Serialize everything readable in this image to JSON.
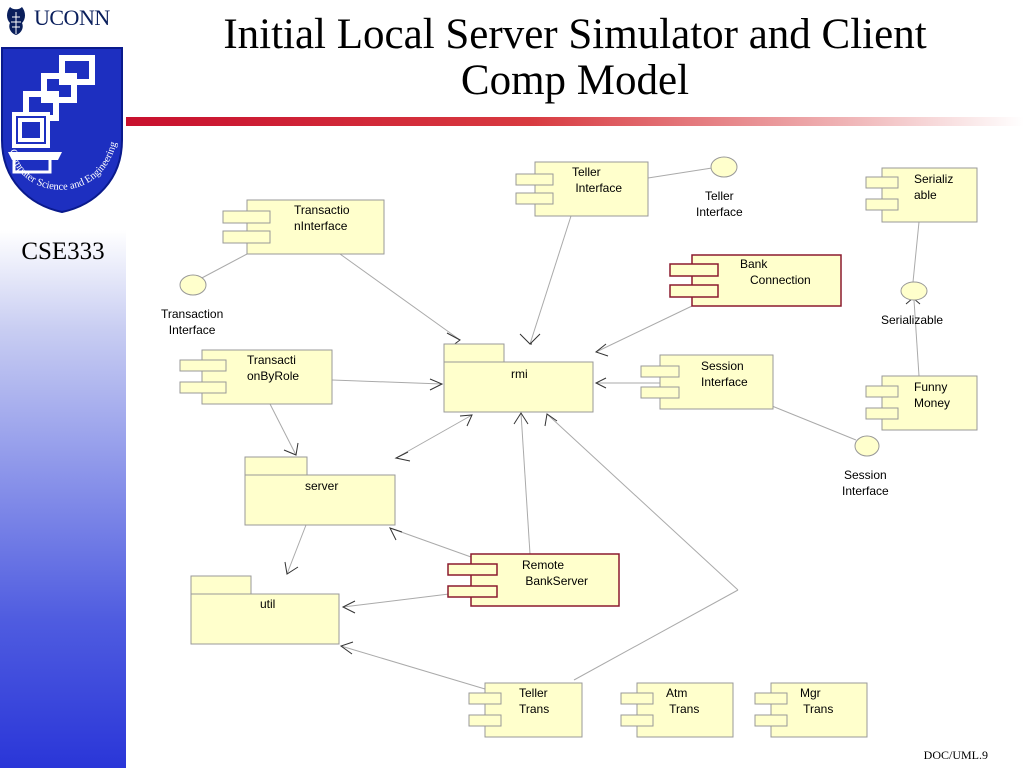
{
  "slide": {
    "title_line1": "Initial Local Server Simulator and Client",
    "title_line2": "Comp Model",
    "footer": "DOC/UML.9"
  },
  "sidebar": {
    "university": "UCONN",
    "dept_logo_text": "Computer Science and Engineering",
    "course": "CSE333"
  },
  "colors": {
    "box_fill": "#ffffcc",
    "box_stroke": "#888888",
    "highlight_stroke": "#8b1a2e",
    "title_rule": "#c8102e",
    "sidebar_blue": "#2a36d8"
  },
  "diagram": {
    "components": {
      "teller_interface": "Teller\n Interface",
      "transaction_interface": "Transactio\nnInterface",
      "bank_connection": "Bank\n   Connection",
      "serializable": "Serializ\nable",
      "transaction_by_role": "Transacti\nonByRole",
      "session_interface": "Session\nInterface",
      "funny_money": "Funny\nMoney",
      "remote_bank_server": "Remote\n BankServer",
      "teller_trans": "Teller\nTrans",
      "atm_trans": "Atm\n Trans",
      "mgr_trans": "Mgr\n Trans"
    },
    "packages": {
      "rmi": "rmi",
      "server": "server",
      "util": "util"
    },
    "interfaces": {
      "teller_interface": "Teller\nInterface",
      "transaction_interface": "Transaction\nInterface",
      "serializable": "Serializable",
      "session_interface": "Session\nInterface"
    }
  }
}
